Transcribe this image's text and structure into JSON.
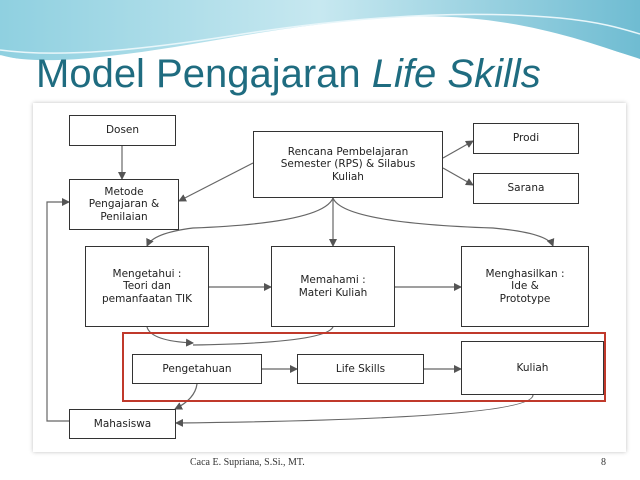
{
  "slide": {
    "title_main": "Model Pengajaran ",
    "title_emph": "Life Skills",
    "footer_author": "Caca E. Supriana, S.Si., MT.",
    "page_number": "8",
    "colors": {
      "title": "#1f6c80",
      "group_border": "#c0392b",
      "wave": "#7fc6d8"
    }
  },
  "diagram": {
    "nodes": {
      "dosen": "Dosen",
      "metode": "Metode\nPengajaran &\nPenilaian",
      "rps": "Rencana Pembelajaran\nSemester (RPS) & Silabus\nKuliah",
      "prodi": "Prodi",
      "sarana": "Sarana",
      "mengetahui": "Mengetahui :\nTeori dan\npemanfaatan TIK",
      "memahami": "Memahami :\nMateri Kuliah",
      "menghasilkan": "Menghasilkan :\nIde &\nPrototype",
      "pengetahuan": "Pengetahuan",
      "lifeskills": "Life Skills",
      "kuliah": "Kuliah",
      "mahasiswa": "Mahasiswa"
    }
  }
}
